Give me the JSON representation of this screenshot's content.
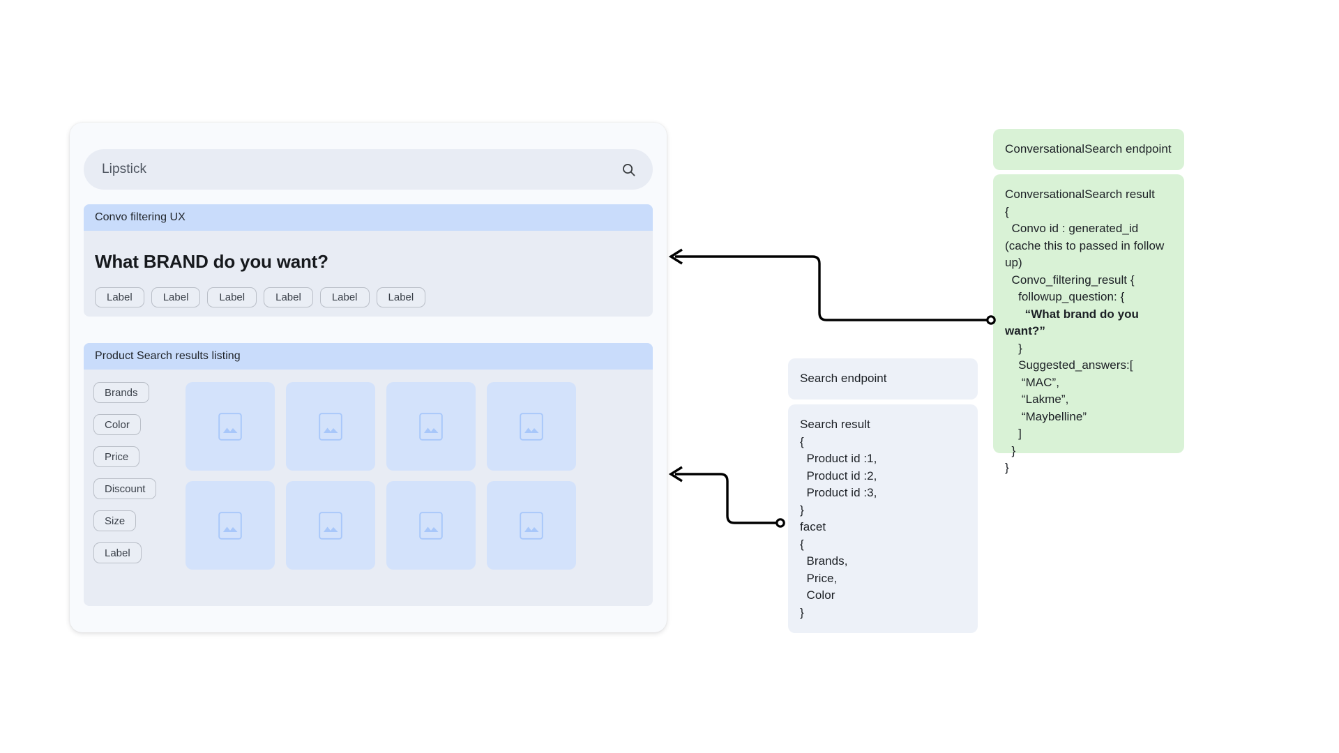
{
  "app": {
    "search": {
      "value": "Lipstick",
      "placeholder": "Search",
      "icon": "search-icon"
    },
    "convo_section": {
      "header": "Convo filtering UX",
      "question": "What BRAND do you want?",
      "chips": [
        "Label",
        "Label",
        "Label",
        "Label",
        "Label",
        "Label"
      ]
    },
    "products_section": {
      "header": "Product Search results listing",
      "facets": [
        "Brands",
        "Color",
        "Price",
        "Discount",
        "Size",
        "Label"
      ],
      "grid": {
        "columns": 4,
        "rows": 2,
        "placeholder_icon": "image-placeholder-icon"
      }
    }
  },
  "annotations": {
    "conversational_search_endpoint": {
      "title": "ConversationalSearch endpoint"
    },
    "conversational_search_result": {
      "lines": [
        {
          "text": "ConversationalSearch result",
          "bold": false
        },
        {
          "text": "{",
          "bold": false
        },
        {
          "text": "  Convo id : generated_id (cache this to passed in follow up)",
          "bold": false
        },
        {
          "text": "  Convo_filtering_result {",
          "bold": false
        },
        {
          "text": "    followup_question: {",
          "bold": false
        },
        {
          "text": "      “What brand do you want?”",
          "bold": true
        },
        {
          "text": "    }",
          "bold": false
        },
        {
          "text": "    Suggested_answers:[",
          "bold": false
        },
        {
          "text": "     “MAC”,",
          "bold": false
        },
        {
          "text": "     “Lakme”,",
          "bold": false
        },
        {
          "text": "     “Maybelline”",
          "bold": false
        },
        {
          "text": "    ]",
          "bold": false
        },
        {
          "text": "  }",
          "bold": false
        },
        {
          "text": "}",
          "bold": false
        }
      ]
    },
    "search_endpoint": {
      "title": "Search endpoint"
    },
    "search_result": {
      "lines": [
        {
          "text": "Search result",
          "bold": false
        },
        {
          "text": "{",
          "bold": false
        },
        {
          "text": "  Product id :1,",
          "bold": false
        },
        {
          "text": "  Product id :2,",
          "bold": false
        },
        {
          "text": "  Product id :3,",
          "bold": false
        },
        {
          "text": "}",
          "bold": false
        },
        {
          "text": "facet",
          "bold": false
        },
        {
          "text": "{",
          "bold": false
        },
        {
          "text": "  Brands,",
          "bold": false
        },
        {
          "text": "  Price,",
          "bold": false
        },
        {
          "text": "  Color",
          "bold": false
        },
        {
          "text": "}",
          "bold": false
        }
      ]
    }
  },
  "colors": {
    "card_bg": "#f8fafd",
    "section_body": "#e8ecf4",
    "section_header": "#c9dcfb",
    "product_card": "#d3e2fb",
    "placeholder_icon": "#a8c7fa",
    "note_grey": "#edf1f8",
    "note_green": "#d9f2d6",
    "connector": "#000000"
  }
}
